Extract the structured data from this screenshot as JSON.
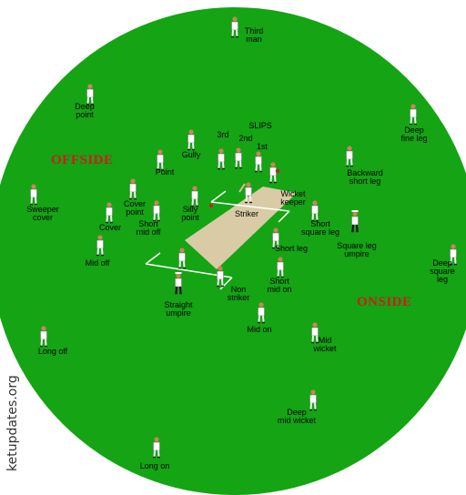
{
  "colors": {
    "field": "#14a414",
    "pitch": "#d9cba6",
    "crease": "#ffffff",
    "side_label": "#d21a1a",
    "player_shirt": "#ffffff",
    "umpire_coat": "#ffffff"
  },
  "side_labels": {
    "offside": "OFFSIDE",
    "onside": "ONSIDE"
  },
  "slips_group": {
    "heading": "SLIPS",
    "first": "1st",
    "second": "2nd",
    "third": "3rd"
  },
  "watermark": "ketupdates.org",
  "fielders": {
    "third_man": "Third\nman",
    "deep_point": "Deep\npoint",
    "deep_fine_leg": "Deep\nfine leg",
    "gully": "Gully",
    "point": "Point",
    "backward_short_leg": "Backward\nshort leg",
    "wicket_keeper": "Wicket\nkeeper",
    "cover_point": "Cover\npoint",
    "silly_point": "Silly\npoint",
    "striker": "Striker",
    "sweeper_cover": "Sweeper\ncover",
    "cover": "Cover",
    "short_mid_off": "Short\nmid off",
    "short_square_leg": "Short\nsquare leg",
    "square_leg_umpire": "Square leg\numpire",
    "short_leg": "Short leg",
    "mid_off": "Mid off",
    "deep_square_leg": "Deep\nsquare leg",
    "short_mid_on": "Short\nmid on",
    "non_striker": "Non\nstriker",
    "straight_umpire": "Straight\numpire",
    "mid_on": "Mid on",
    "mid_wicket": "Mid\nwicket",
    "long_off": "Long off",
    "deep_mid_wicket": "Deep\nmid wicket",
    "long_on": "Long on"
  }
}
